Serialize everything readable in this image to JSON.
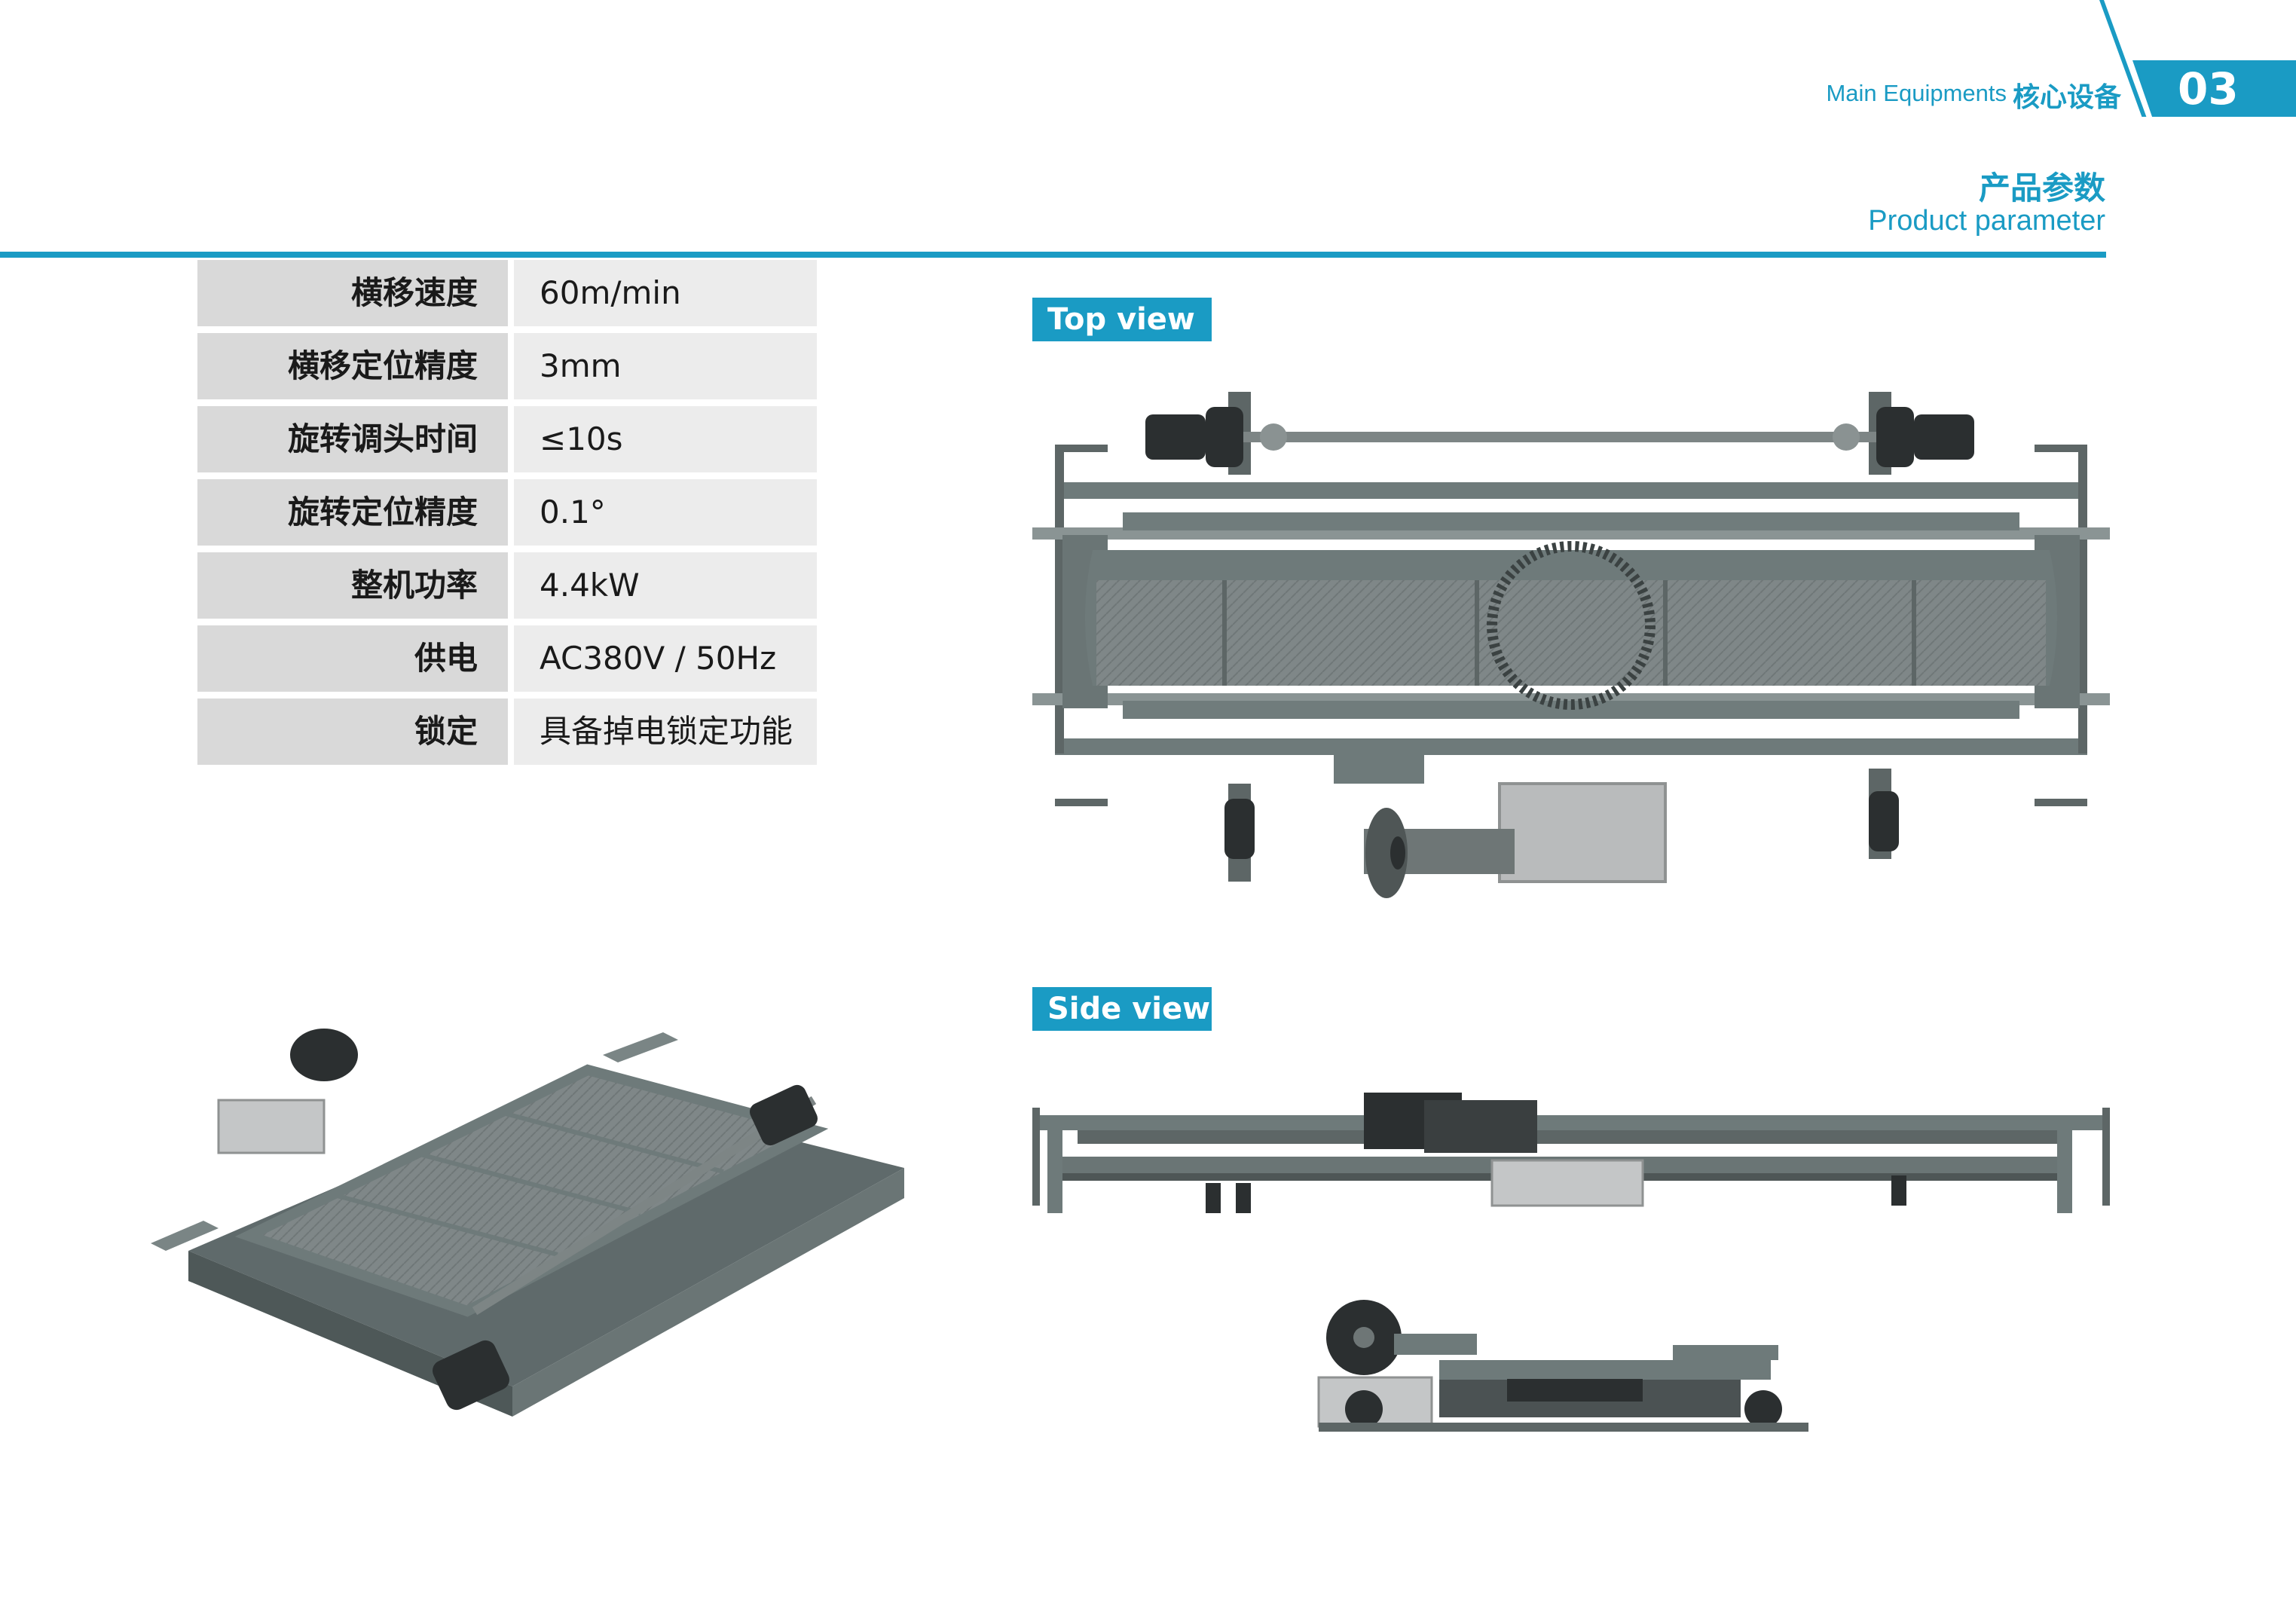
{
  "header": {
    "section_en": "Main Equipments",
    "section_cn": "核心设备",
    "page_number": "03"
  },
  "title": {
    "cn": "产品参数",
    "en": "Product parameter"
  },
  "params": [
    {
      "name": "横移速度",
      "value": "60m/min"
    },
    {
      "name": "横移定位精度",
      "value": "3mm"
    },
    {
      "name": "旋转调头时间",
      "value": "≤10s"
    },
    {
      "name": "旋转定位精度",
      "value": "0.1°"
    },
    {
      "name": "整机功率",
      "value": "4.4kW"
    },
    {
      "name": "供电",
      "value": "AC380V / 50Hz"
    },
    {
      "name": "锁定",
      "value": "具备掉电锁定功能"
    }
  ],
  "views": {
    "top_label": "Top view",
    "side_label": "Side view"
  },
  "colors": {
    "accent": "#1a9bc4",
    "frame": "#6e7a7a",
    "deck": "#808889",
    "dark": "#2b2f30"
  }
}
